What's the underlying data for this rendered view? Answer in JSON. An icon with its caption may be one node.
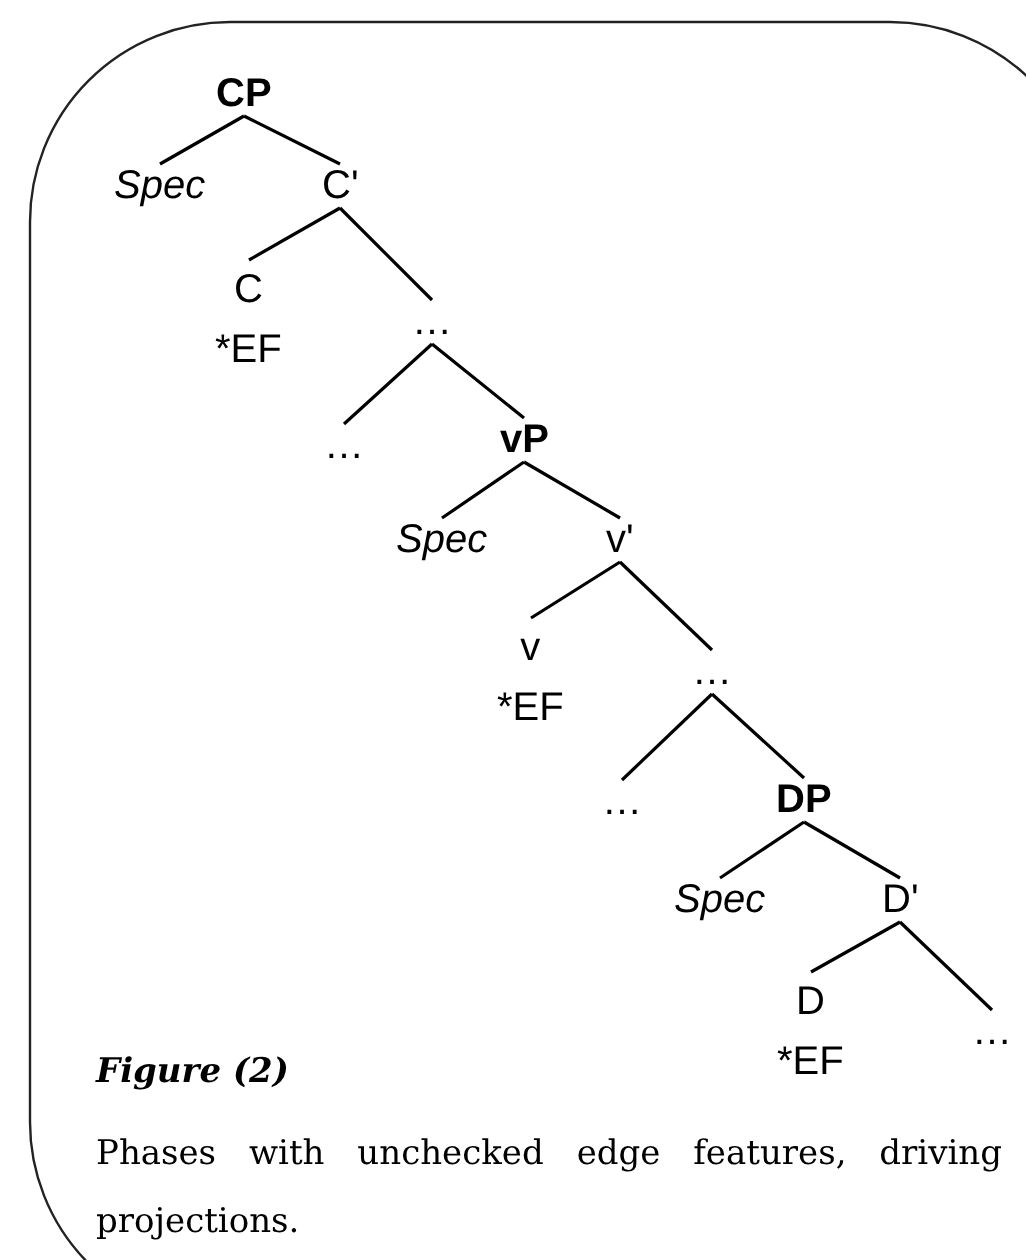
{
  "diagram": {
    "caption": "Phases with unchecked edge features, driving projections.",
    "nodes": [
      {
        "text": [
          "CP"
        ]
      },
      {
        "text": [
          "Spec"
        ]
      },
      {
        "text": [
          "C'"
        ]
      },
      {
        "text": [
          "C",
          "*EF"
        ]
      },
      {
        "text": [
          "…"
        ]
      },
      {
        "text": [
          "…"
        ]
      },
      {
        "text": [
          "vP"
        ]
      },
      {
        "text": [
          "Spec"
        ]
      },
      {
        "text": [
          "v'"
        ]
      },
      {
        "text": [
          "v",
          "*EF"
        ]
      },
      {
        "text": [
          "…"
        ]
      },
      {
        "text": [
          "…"
        ]
      },
      {
        "text": [
          "DP"
        ]
      },
      {
        "text": [
          "Spec"
        ]
      },
      {
        "text": [
          "D'"
        ]
      },
      {
        "text": [
          "D",
          "*EF"
        ]
      },
      {
        "text": [
          "…"
        ]
      }
    ],
    "edges": [
      {
        "from": 0,
        "to": 1,
        "arrow": "none"
      },
      {
        "from": 0,
        "to": 2,
        "arrow": "none"
      },
      {
        "from": 2,
        "to": 3,
        "arrow": "none"
      },
      {
        "from": 2,
        "to": 4,
        "arrow": "none"
      },
      {
        "from": 4,
        "to": 5,
        "arrow": "none"
      },
      {
        "from": 4,
        "to": 6,
        "arrow": "none"
      },
      {
        "from": 6,
        "to": 7,
        "arrow": "none"
      },
      {
        "from": 6,
        "to": 8,
        "arrow": "none"
      },
      {
        "from": 8,
        "to": 9,
        "arrow": "none"
      },
      {
        "from": 8,
        "to": 10,
        "arrow": "none"
      },
      {
        "from": 10,
        "to": 11,
        "arrow": "none"
      },
      {
        "from": 10,
        "to": 12,
        "arrow": "none"
      },
      {
        "from": 12,
        "to": 13,
        "arrow": "none"
      },
      {
        "from": 12,
        "to": 14,
        "arrow": "none"
      },
      {
        "from": 14,
        "to": 15,
        "arrow": "none"
      },
      {
        "from": 14,
        "to": 16,
        "arrow": "none"
      }
    ],
    "labels": [
      "Figure (2)"
    ]
  }
}
